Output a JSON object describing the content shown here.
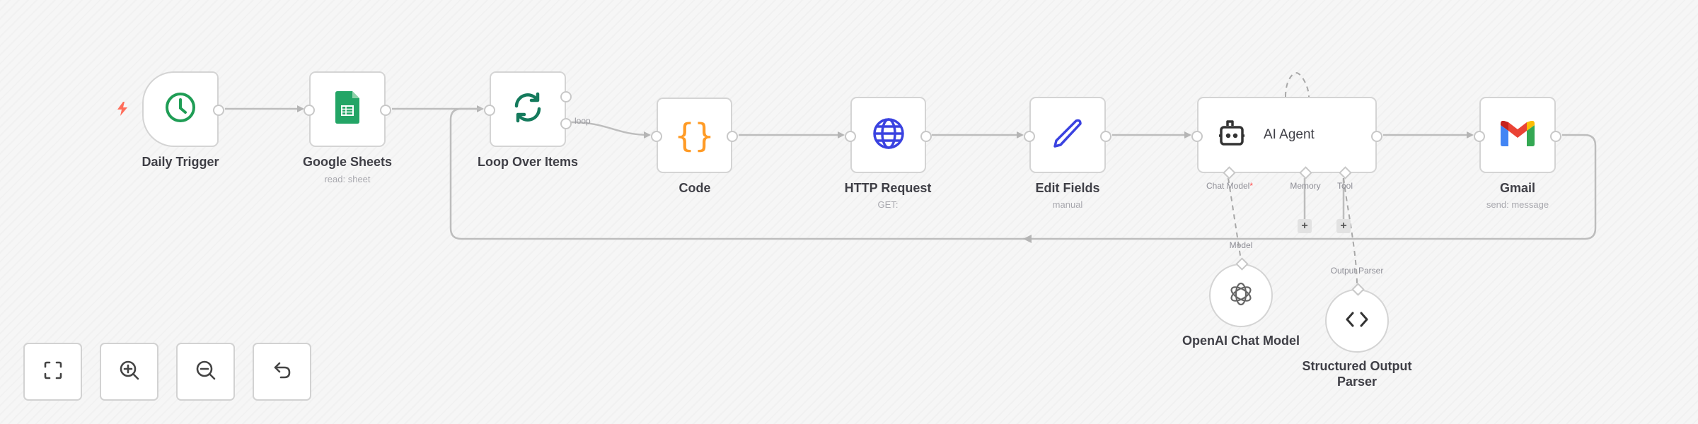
{
  "canvas": {
    "background": "#f6f6f6",
    "edge_color": "#b5b5b5"
  },
  "nodes": [
    {
      "id": "daily-trigger",
      "title": "Daily Trigger",
      "subtitle": "",
      "icon": "clock-icon",
      "color": "#1f9d55"
    },
    {
      "id": "google-sheets",
      "title": "Google Sheets",
      "subtitle": "read: sheet",
      "icon": "google-sheets-icon",
      "color": "#23a566"
    },
    {
      "id": "loop-over-items",
      "title": "Loop Over Items",
      "subtitle": "",
      "icon": "refresh-icon",
      "color": "#147a5c",
      "output_label": "loop"
    },
    {
      "id": "code",
      "title": "Code",
      "subtitle": "",
      "icon": "braces-icon",
      "color": "#ff9b26"
    },
    {
      "id": "http-request",
      "title": "HTTP Request",
      "subtitle": "GET:",
      "icon": "globe-icon",
      "color": "#3a42e0"
    },
    {
      "id": "edit-fields",
      "title": "Edit Fields",
      "subtitle": "manual",
      "icon": "pencil-icon",
      "color": "#3a42e0"
    },
    {
      "id": "ai-agent",
      "title": "AI Agent",
      "subtitle": "",
      "icon": "robot-icon",
      "color": "#333333",
      "inputs": [
        {
          "label": "Chat Model",
          "required_mark": "*"
        },
        {
          "label": "Memory"
        },
        {
          "label": "Tool"
        }
      ]
    },
    {
      "id": "gmail",
      "title": "Gmail",
      "subtitle": "send: message",
      "icon": "gmail-icon"
    },
    {
      "id": "openai-chat-model",
      "title": "OpenAI Chat Model",
      "subtitle": "",
      "icon": "openai-icon",
      "handle_label": "Model"
    },
    {
      "id": "structured-output-parser",
      "title": "Structured Output Parser",
      "title_line1": "Structured Output",
      "title_line2": "Parser",
      "subtitle": "",
      "icon": "code-brackets-icon",
      "handle_label": "Output Parser"
    }
  ],
  "trigger_marker": {
    "icon": "lightning-icon",
    "color": "#ff6d5a"
  },
  "add_buttons": [
    {
      "label": "+"
    },
    {
      "label": "+"
    }
  ],
  "controls": [
    {
      "name": "fit-view",
      "icon": "fullscreen-icon"
    },
    {
      "name": "zoom-in",
      "icon": "zoom-in-icon"
    },
    {
      "name": "zoom-out",
      "icon": "zoom-out-icon"
    },
    {
      "name": "undo",
      "icon": "undo-icon"
    }
  ]
}
